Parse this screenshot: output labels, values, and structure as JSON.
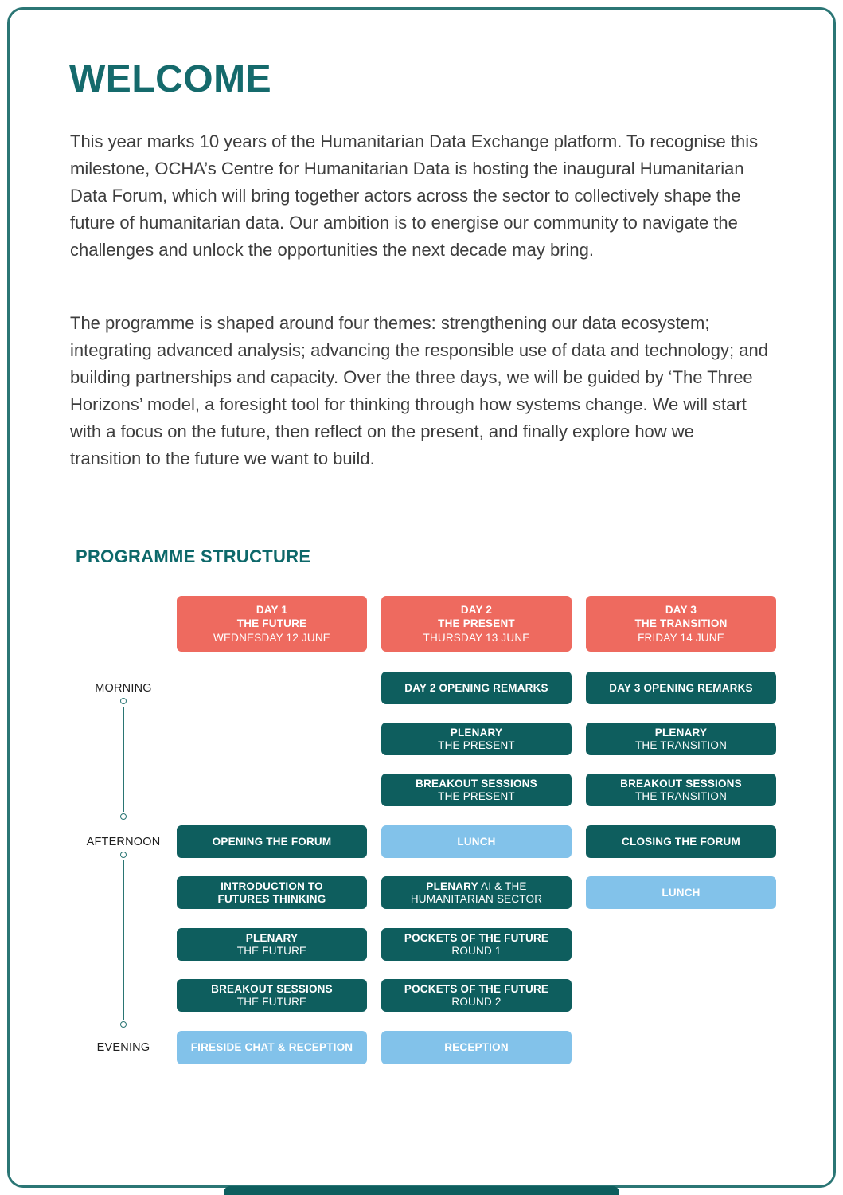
{
  "page": {
    "title": "WELCOME",
    "paragraphs": [
      "This year marks 10 years of the Humanitarian Data Exchange platform. To recognise this milestone, OCHA’s Centre for Humanitarian Data is hosting the inaugural Humanitarian Data Forum, which will bring together actors across the sector to collectively shape the future of humanitarian data. Our ambition is to energise our community to navigate the challenges and unlock the opportunities the next decade may bring.",
      "The programme is shaped around four themes: strengthening our data ecosystem; integrating advanced analysis; advancing the responsible use of data and technology; and building partnerships and capacity. Over the three days, we will be guided by ‘The Three Horizons’ model, a foresight tool for thinking through how systems change. We will start with a focus on the future, then reflect on the present, and finally explore how we transition to the future we want to build."
    ],
    "section_title": "PROGRAMME STRUCTURE"
  },
  "colors": {
    "border_teal": "#2b7675",
    "heading_teal": "#156a6c",
    "block_teal": "#0e5e5e",
    "block_salmon": "#ee6a5f",
    "block_blue": "#82c2ea",
    "body_text": "#3d3d3d"
  },
  "timeline": {
    "labels": [
      "MORNING",
      "AFTERNOON",
      "EVENING"
    ]
  },
  "schedule": {
    "day_headers": [
      {
        "col": 1,
        "title": "DAY 1",
        "subtitle": "THE FUTURE",
        "date": "WEDNESDAY 12 JUNE"
      },
      {
        "col": 2,
        "title": "DAY 2",
        "subtitle": "THE PRESENT",
        "date": "THURSDAY 13 JUNE"
      },
      {
        "col": 3,
        "title": "DAY 3",
        "subtitle": "THE TRANSITION",
        "date": "FRIDAY 14 JUNE"
      }
    ],
    "blocks": [
      {
        "col": 2,
        "row": 1,
        "style": "teal",
        "lines": [
          [
            {
              "t": "DAY 2 OPENING REMARKS",
              "b": true
            }
          ]
        ]
      },
      {
        "col": 3,
        "row": 1,
        "style": "teal",
        "lines": [
          [
            {
              "t": "DAY 3 OPENING REMARKS",
              "b": true
            }
          ]
        ]
      },
      {
        "col": 2,
        "row": 2,
        "style": "teal",
        "lines": [
          [
            {
              "t": "PLENARY",
              "b": true
            }
          ],
          [
            {
              "t": "THE PRESENT",
              "b": false
            }
          ]
        ]
      },
      {
        "col": 3,
        "row": 2,
        "style": "teal",
        "lines": [
          [
            {
              "t": "PLENARY",
              "b": true
            }
          ],
          [
            {
              "t": "THE TRANSITION",
              "b": false
            }
          ]
        ]
      },
      {
        "col": 2,
        "row": 3,
        "style": "teal",
        "lines": [
          [
            {
              "t": "BREAKOUT SESSIONS",
              "b": true
            }
          ],
          [
            {
              "t": "THE PRESENT",
              "b": false
            }
          ]
        ]
      },
      {
        "col": 3,
        "row": 3,
        "style": "teal",
        "lines": [
          [
            {
              "t": "BREAKOUT SESSIONS",
              "b": true
            }
          ],
          [
            {
              "t": "THE TRANSITION",
              "b": false
            }
          ]
        ]
      },
      {
        "col": 1,
        "row": 4,
        "style": "teal",
        "lines": [
          [
            {
              "t": "OPENING THE FORUM",
              "b": true
            }
          ]
        ]
      },
      {
        "col": 2,
        "row": 4,
        "style": "blue",
        "lines": [
          [
            {
              "t": "LUNCH",
              "b": true
            }
          ]
        ]
      },
      {
        "col": 3,
        "row": 4,
        "style": "teal",
        "lines": [
          [
            {
              "t": "CLOSING THE FORUM",
              "b": true
            }
          ]
        ]
      },
      {
        "col": 1,
        "row": 5,
        "style": "teal",
        "lines": [
          [
            {
              "t": "INTRODUCTION TO",
              "b": true
            }
          ],
          [
            {
              "t": "FUTURES THINKING",
              "b": true
            }
          ]
        ]
      },
      {
        "col": 2,
        "row": 5,
        "style": "teal",
        "lines": [
          [
            {
              "t": "PLENARY",
              "b": true
            },
            {
              "t": " AI & THE",
              "b": false
            }
          ],
          [
            {
              "t": "HUMANITARIAN SECTOR",
              "b": false
            }
          ]
        ]
      },
      {
        "col": 3,
        "row": 5,
        "style": "blue",
        "lines": [
          [
            {
              "t": "LUNCH",
              "b": true
            }
          ]
        ]
      },
      {
        "col": 1,
        "row": 6,
        "style": "teal",
        "lines": [
          [
            {
              "t": "PLENARY",
              "b": true
            }
          ],
          [
            {
              "t": "THE FUTURE",
              "b": false
            }
          ]
        ]
      },
      {
        "col": 2,
        "row": 6,
        "style": "teal",
        "lines": [
          [
            {
              "t": "POCKETS OF THE FUTURE",
              "b": true
            }
          ],
          [
            {
              "t": "ROUND 1",
              "b": false
            }
          ]
        ]
      },
      {
        "col": 1,
        "row": 7,
        "style": "teal",
        "lines": [
          [
            {
              "t": "BREAKOUT SESSIONS",
              "b": true
            }
          ],
          [
            {
              "t": "THE FUTURE",
              "b": false
            }
          ]
        ]
      },
      {
        "col": 2,
        "row": 7,
        "style": "teal",
        "lines": [
          [
            {
              "t": "POCKETS OF THE FUTURE",
              "b": true
            }
          ],
          [
            {
              "t": "ROUND 2",
              "b": false
            }
          ]
        ]
      },
      {
        "col": 1,
        "row": 8,
        "style": "blue",
        "lines": [
          [
            {
              "t": "FIRESIDE CHAT & RECEPTION",
              "b": true
            }
          ]
        ]
      },
      {
        "col": 2,
        "row": 8,
        "style": "blue",
        "lines": [
          [
            {
              "t": "RECEPTION",
              "b": true
            }
          ]
        ]
      }
    ]
  }
}
